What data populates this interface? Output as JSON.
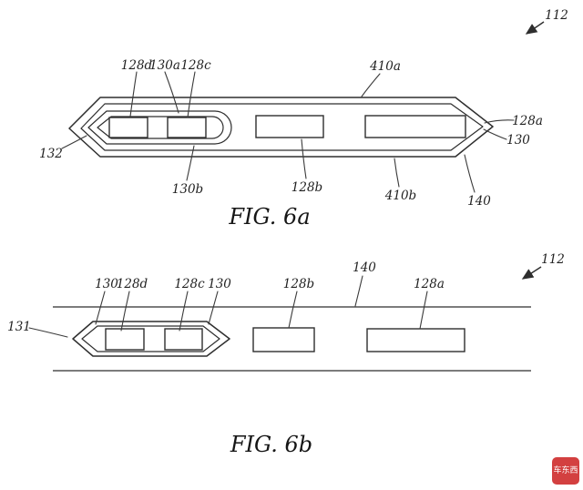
{
  "fig6a": {
    "caption": "FIG. 6a",
    "labels": {
      "ref112": "112",
      "ref128d": "128d",
      "ref130a": "130a",
      "ref128c": "128c",
      "ref410a": "410a",
      "ref128a": "128a",
      "ref130": "130",
      "ref132": "132",
      "ref130b": "130b",
      "ref128b": "128b",
      "ref410b": "410b",
      "ref140": "140"
    }
  },
  "fig6b": {
    "caption": "FIG. 6b",
    "labels": {
      "ref112": "112",
      "ref131": "131",
      "ref130_left": "130",
      "ref128d": "128d",
      "ref128c": "128c",
      "ref130_right": "130",
      "ref128b": "128b",
      "ref140": "140",
      "ref128a": "128a"
    }
  },
  "watermark": {
    "text": "车东西"
  }
}
